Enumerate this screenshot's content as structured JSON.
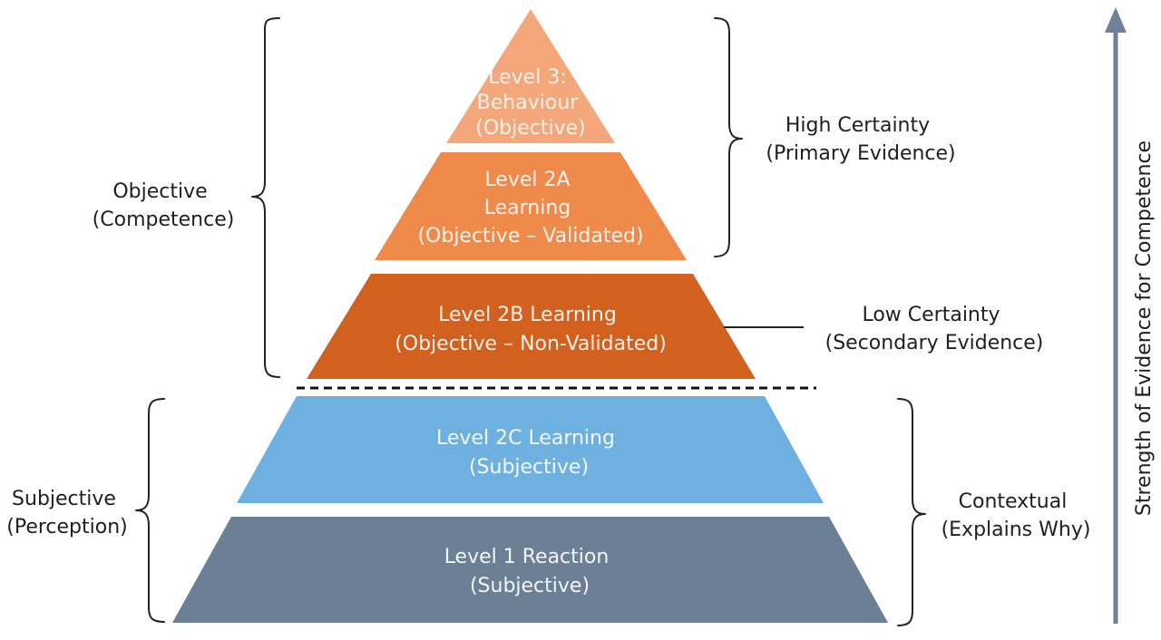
{
  "colors": {
    "level3": "#f4a77a",
    "level2a": "#f08a4b",
    "level2b": "#d2601f",
    "level2c": "#6eb1e0",
    "level1": "#6b7f95",
    "arrow": "#6f8295",
    "text_light": "#ffffff",
    "text_dark": "#1f1f1f"
  },
  "tiers": {
    "level3": {
      "line1": "Level 3:",
      "line2": "Behaviour",
      "line3": "(Objective)"
    },
    "level2a": {
      "line1": "Level 2A",
      "line2": "Learning",
      "line3": "(Objective – Validated)"
    },
    "level2b": {
      "line1": "Level 2B Learning",
      "line2": "(Objective – Non-Validated)"
    },
    "level2c": {
      "line1": "Level 2C Learning",
      "line2": "(Subjective)"
    },
    "level1": {
      "line1": "Level 1 Reaction",
      "line2": "(Subjective)"
    }
  },
  "left_labels": {
    "objective": {
      "line1": "Objective",
      "line2": "(Competence)"
    },
    "subjective": {
      "line1": "Subjective",
      "line2": "(Perception)"
    }
  },
  "right_labels": {
    "high_certainty": {
      "line1": "High Certainty",
      "line2": "(Primary Evidence)"
    },
    "low_certainty": {
      "line1": "Low Certainty",
      "line2": "(Secondary Evidence)"
    },
    "contextual": {
      "line1": "Contextual",
      "line2": "(Explains Why)"
    }
  },
  "axis": {
    "label": "Strength of Evidence for Competence"
  }
}
